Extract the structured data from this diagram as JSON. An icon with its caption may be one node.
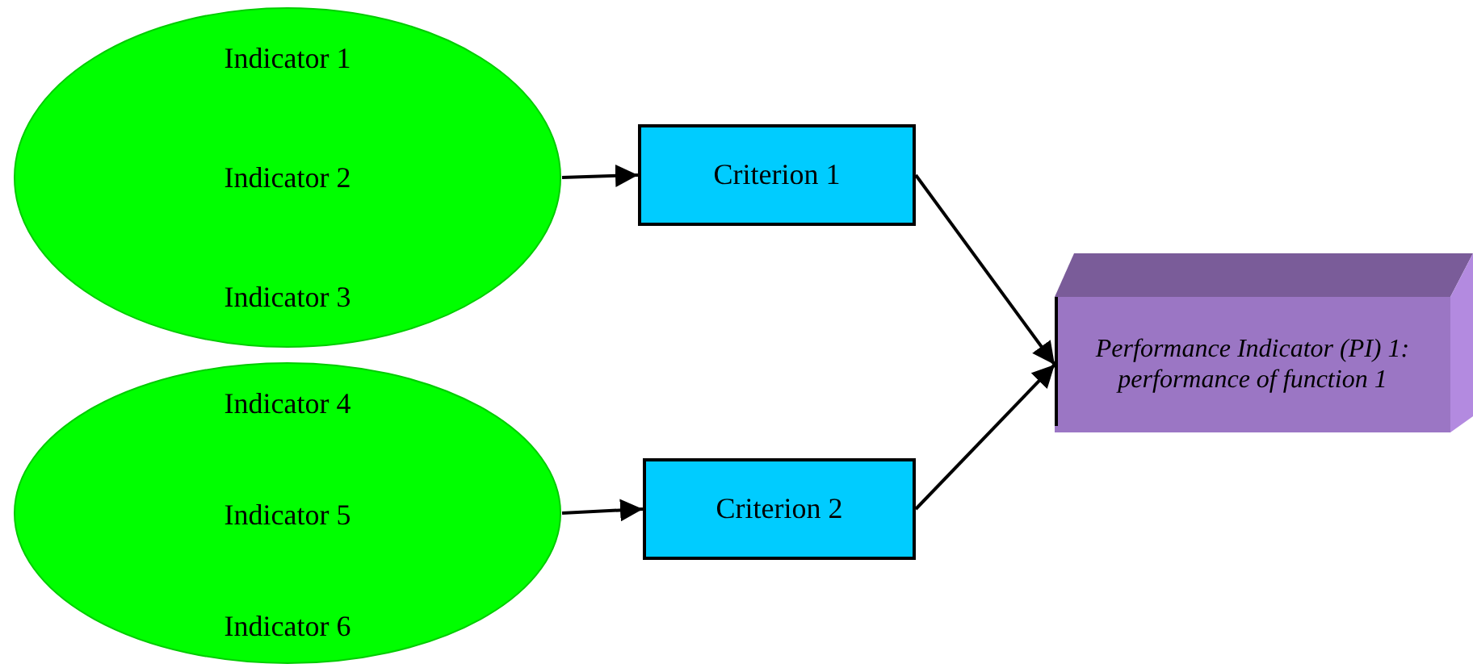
{
  "diagram": {
    "nodes": [
      {
        "text": [
          "Indicator 1",
          "Indicator 2",
          "Indicator 3"
        ]
      },
      {
        "text": [
          "Indicator 4",
          "Indicator 5",
          "Indicator 6"
        ]
      },
      {
        "text": [
          "Criterion 1"
        ]
      },
      {
        "text": [
          "Criterion 2"
        ]
      },
      {
        "text": [
          "Performance Indicator (PI) 1: performance of function 1"
        ]
      }
    ],
    "edges": [
      {
        "from": 0,
        "to": 2,
        "arrow": "to"
      },
      {
        "from": 1,
        "to": 3,
        "arrow": "to"
      },
      {
        "from": 2,
        "to": 4,
        "arrow": "to"
      },
      {
        "from": 3,
        "to": 4,
        "arrow": "to"
      }
    ]
  }
}
